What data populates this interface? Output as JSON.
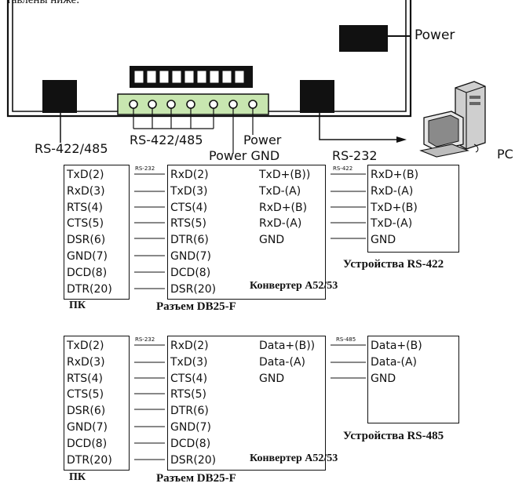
{
  "top_caption": "тавлены ниже:",
  "device": {
    "power_label": "Power",
    "port_left_label": "RS-422/485",
    "terminal_label": "RS-422/485",
    "power_pin_label": "Power",
    "power_gnd_label": "Power GND",
    "port_right_label": "RS-232",
    "pc_label": "PC"
  },
  "diagram1": {
    "pc_signals": [
      "TxD(2)",
      "RxD(3)",
      "RTS(4)",
      "CTS(5)",
      "DSR(6)",
      "GND(7)",
      "DCD(8)",
      "DTR(20)"
    ],
    "db25_signals": [
      "RxD(2)",
      "TxD(3)",
      "CTS(4)",
      "RTS(5)",
      "DTR(6)",
      "GND(7)",
      "DCD(8)",
      "DSR(20)"
    ],
    "converter_signals": [
      "TxD+(B))",
      "TxD-(A)",
      "RxD+(B)",
      "RxD-(A)",
      "GND"
    ],
    "device_signals": [
      "RxD+(B)",
      "RxD-(A)",
      "TxD+(B)",
      "TxD-(A)",
      "GND"
    ],
    "link_left": "RS-232",
    "link_right": "RS-422",
    "converter_name": "Конвертер A52/53",
    "device_caption": "Устройства RS-422",
    "pc_caption": "ПК",
    "connector_caption": "Разъем DB25-F"
  },
  "diagram2": {
    "pc_signals": [
      "TxD(2)",
      "RxD(3)",
      "RTS(4)",
      "CTS(5)",
      "DSR(6)",
      "GND(7)",
      "DCD(8)",
      "DTR(20)"
    ],
    "db25_signals": [
      "RxD(2)",
      "TxD(3)",
      "CTS(4)",
      "RTS(5)",
      "DTR(6)",
      "GND(7)",
      "DCD(8)",
      "DSR(20)"
    ],
    "converter_signals": [
      "Data+(B))",
      "Data-(A)",
      "GND"
    ],
    "device_signals": [
      "Data+(B)",
      "Data-(A)",
      "GND"
    ],
    "link_left": "RS-232",
    "link_right": "RS-485",
    "converter_name": "Конвертер A52/53",
    "device_caption": "Устройства RS-485",
    "pc_caption": "ПК",
    "connector_caption": "Разъем DB25-F"
  }
}
